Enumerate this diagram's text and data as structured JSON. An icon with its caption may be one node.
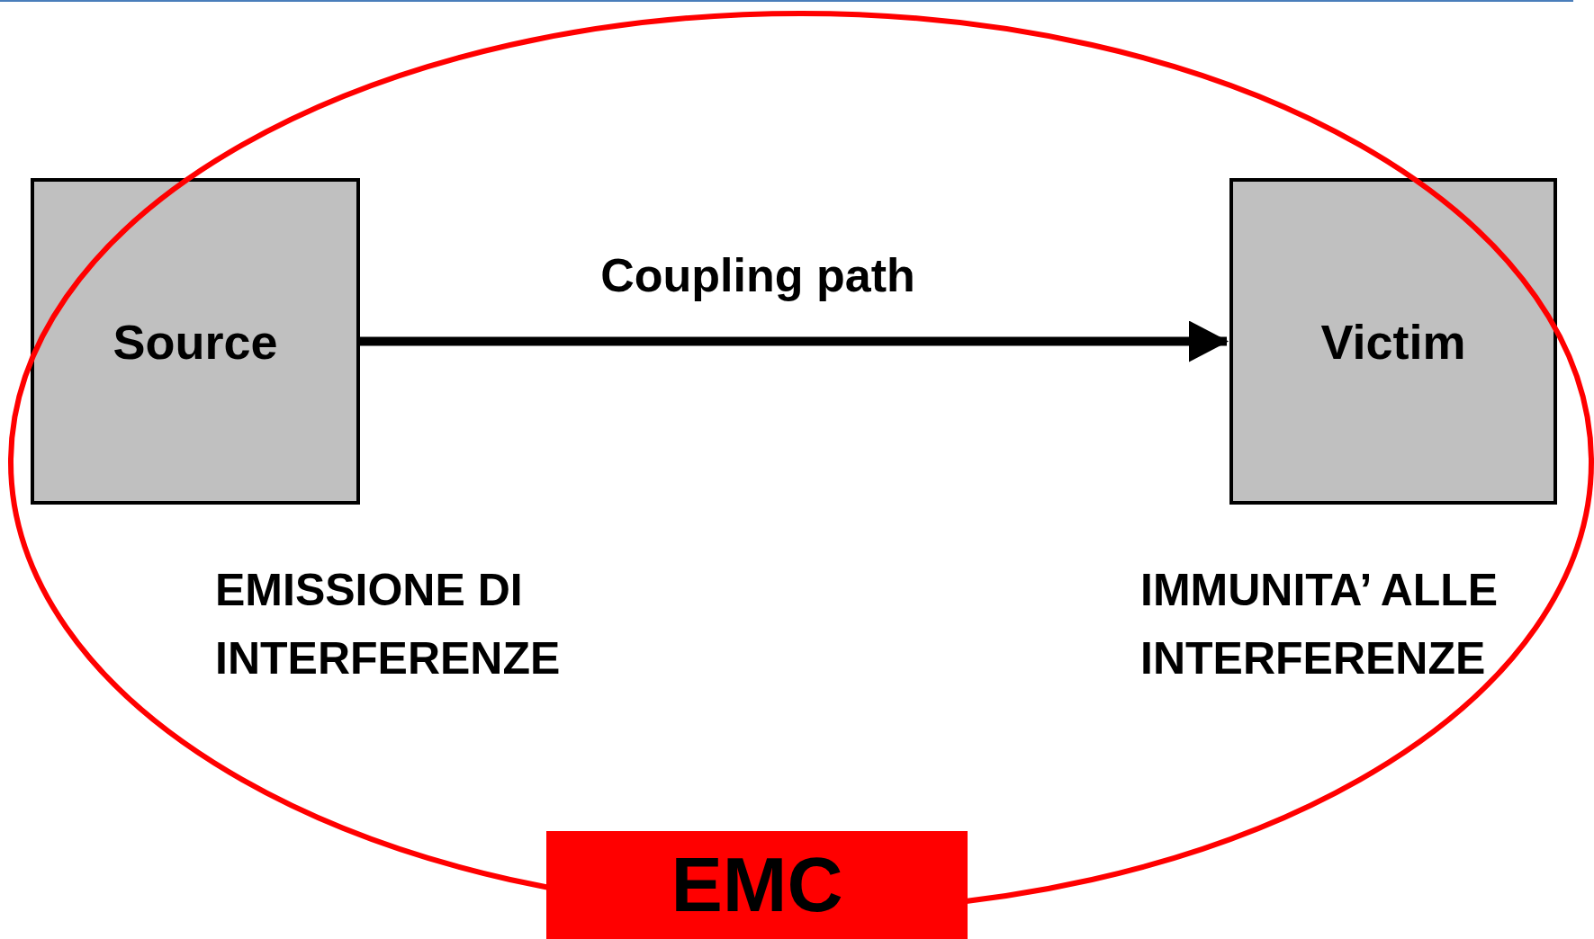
{
  "diagram": {
    "nodes": [
      {
        "text": [
          "Source"
        ],
        "beside": [
          "EMISSIONE DI INTERFERENZE"
        ]
      },
      {
        "text": [
          "Victim"
        ],
        "beside": [
          "IMMUNITA’ ALLE INTERFERENZE"
        ]
      },
      {
        "text": [
          "EMC"
        ]
      }
    ],
    "edges": [
      {
        "from": 0,
        "to": 1,
        "arrow": "to",
        "label": "Coupling path"
      }
    ]
  }
}
